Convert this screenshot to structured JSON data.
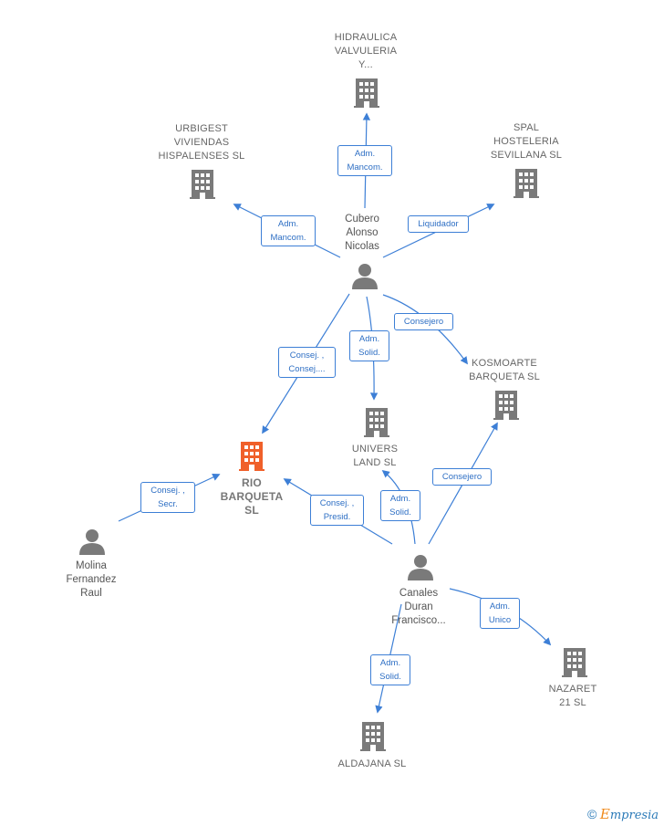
{
  "companies": {
    "hidraulica": "HIDRAULICA\nVALVULERIA\nY...",
    "urbigest": "URBIGEST\nVIVIENDAS\nHISPALENSES SL",
    "spal": "SPAL\nHOSTELERIA\nSEVILLANA  SL",
    "kosmoarte": "KOSMOARTE\nBARQUETA  SL",
    "univers": "UNIVERS\nLAND  SL",
    "rio": "RIO\nBARQUETA\nSL",
    "nazaret": "NAZARET\n21  SL",
    "aldajana": "ALDAJANA SL"
  },
  "persons": {
    "cubero": "Cubero\nAlonso\nNicolas",
    "molina": "Molina\nFernandez\nRaul",
    "canales": "Canales\nDuran\nFrancisco..."
  },
  "relations": {
    "cubero_hidraulica": "Adm.\nMancom.",
    "cubero_urbigest": "Adm.\nMancom.",
    "cubero_spal": "Liquidador",
    "cubero_kosmoarte": "Consejero",
    "cubero_univers": "Adm.\nSolid.",
    "cubero_rio": "Consej. ,\nConsej....",
    "molina_rio": "Consej. ,\nSecr.",
    "canales_rio": "Consej. ,\nPresid.",
    "canales_univers": "Adm.\nSolid.",
    "canales_kosmoarte": "Consejero",
    "canales_nazaret": "Adm.\nUnico",
    "canales_aldajana": "Adm.\nSolid."
  },
  "colors": {
    "edge": "#3d7fd6",
    "building": "#7a7a7a",
    "building_main": "#f0602a",
    "person": "#7a7a7a"
  },
  "footer": {
    "copyright": "©",
    "brand_first": "E",
    "brand_rest": "mpresia"
  }
}
